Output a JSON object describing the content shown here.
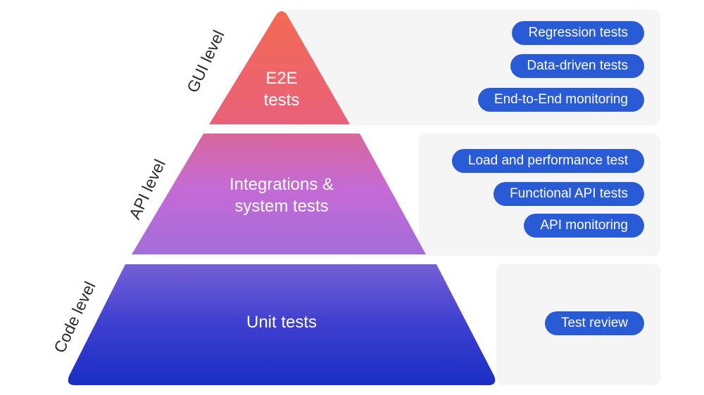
{
  "tiers": [
    {
      "id": "top",
      "label": "E2E\ntests",
      "level": "GUI level"
    },
    {
      "id": "mid",
      "label": "Integrations  &\nsystem tests",
      "level": "API level"
    },
    {
      "id": "bot",
      "label": "Unit tests",
      "level": "Code level"
    }
  ],
  "practices": {
    "gui": [
      "Regression tests",
      "Data-driven tests",
      "End-to-End monitoring"
    ],
    "api": [
      "Load and performance test",
      "Functional API tests",
      "API monitoring"
    ],
    "code": [
      "Test review"
    ]
  },
  "colors": {
    "top_gradient": [
      "#f26a52",
      "#e9617a"
    ],
    "mid_gradient": [
      "#d8689a",
      "#c06ad8",
      "#a26dd9"
    ],
    "bot_gradient": [
      "#7560d6",
      "#3d3fcf",
      "#1a2ec4"
    ],
    "pill": "#2a5bd7",
    "panel": "#f4f5f4"
  }
}
